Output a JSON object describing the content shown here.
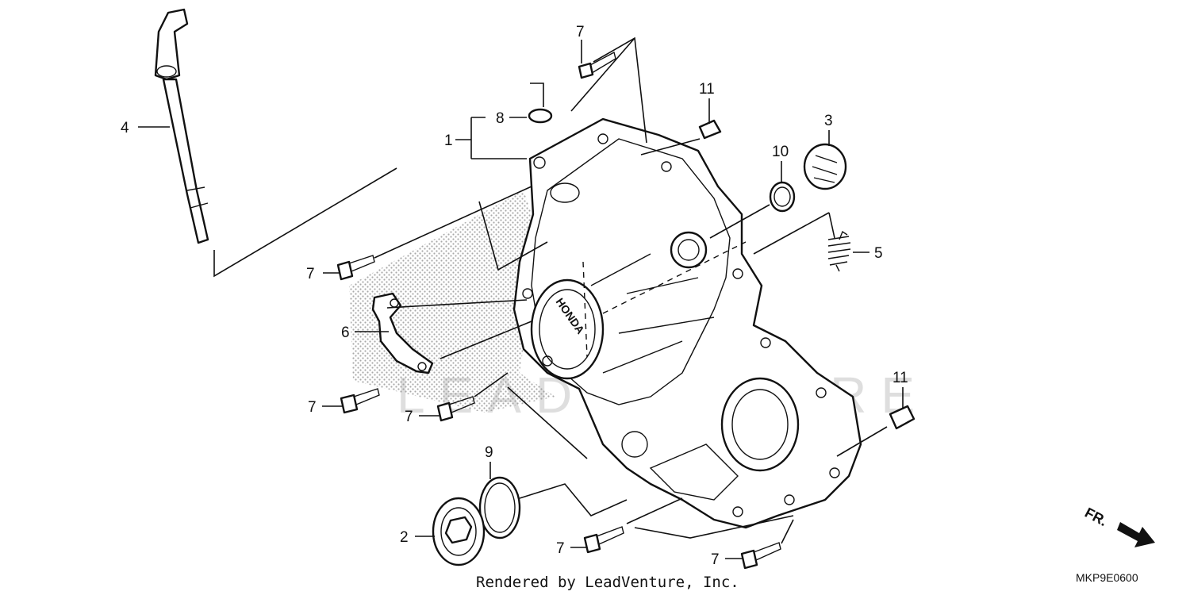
{
  "callouts": {
    "c1": "1",
    "c2": "2",
    "c3": "3",
    "c4": "4",
    "c5": "5",
    "c6": "6",
    "c7a": "7",
    "c7b": "7",
    "c7c": "7",
    "c7d": "7",
    "c7e": "7",
    "c7f": "7",
    "c8": "8",
    "c9": "9",
    "c10": "10",
    "c11a": "11",
    "c11b": "11"
  },
  "cover_logo": "HONDA",
  "watermark": "LEADVENTURE",
  "direction_label": "FR.",
  "diagram_code": "MKP9E0600",
  "footer_credit": "Rendered by LeadVenture, Inc.",
  "colors": {
    "ink": "#111111",
    "background": "#ffffff",
    "stipple": "#9a9a9a",
    "watermark": "#dedede"
  },
  "icons": {
    "direction": "front-direction-arrow-icon"
  }
}
